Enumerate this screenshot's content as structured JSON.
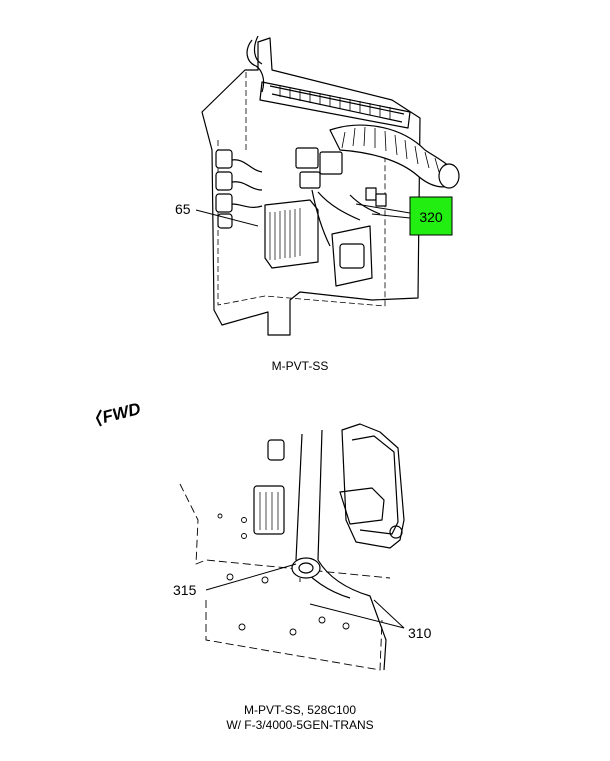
{
  "callouts": {
    "c65": "65",
    "c320": "320",
    "c315": "315",
    "c310": "310"
  },
  "captions": {
    "top": "M-PVT-SS",
    "bottom_line1": "M-PVT-SS, 528C100",
    "bottom_line2": "W/ F-3/4000-5GEN-TRANS"
  },
  "direction": {
    "label": "FWD"
  },
  "colors": {
    "highlight": "#22ee11",
    "line": "#000000",
    "background": "#ffffff"
  }
}
